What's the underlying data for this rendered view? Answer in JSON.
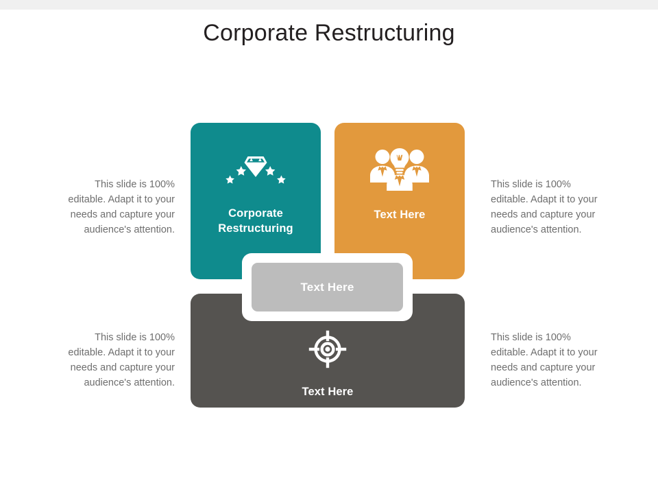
{
  "slide": {
    "title": "Corporate Restructuring",
    "background_color": "#ffffff",
    "title_color": "#231f20"
  },
  "side_notes": {
    "top_left": "This slide is 100% editable. Adapt it to your needs and capture your audience's attention.",
    "top_right": "This slide is 100% editable. Adapt it to your needs and capture your audience's attention.",
    "bottom_left": "This slide is 100% editable. Adapt it to your needs and capture your audience's attention.",
    "bottom_right": "This slide is 100% editable. Adapt it to your needs and capture your audience's attention."
  },
  "cards": {
    "teal": {
      "label": "Corporate Restructuring",
      "color": "#0f8b8d",
      "icon": "diamond-stars-icon"
    },
    "orange": {
      "label": "Text Here",
      "color": "#e2993d",
      "icon": "team-idea-icon"
    },
    "dark": {
      "label": "Text Here",
      "color": "#555350",
      "icon": "target-crosshair-icon"
    },
    "center": {
      "label": "Text Here",
      "color": "#bcbcbc",
      "frame_color": "#ffffff"
    }
  }
}
